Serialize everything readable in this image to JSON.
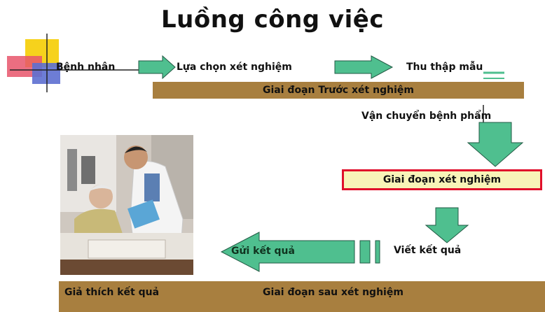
{
  "title": "Luồng công việc",
  "flow": {
    "step1": "Bệnh nhân",
    "step2": "Lựa chọn xét nghiệm",
    "step3": "Thu thập mẫu",
    "transport": "Vận chuyển bệnh phẩm",
    "write_result": "Viết kết quả",
    "send_result": "Gửi kết quả",
    "interpret": "Giả thích kết quả"
  },
  "stages": {
    "pre": "Giai  đoạn Trước xét nghiệm",
    "analytic": "Giai  đoạn xét nghiệm",
    "post": "Giai  đoạn sau xét nghiệm"
  },
  "colors": {
    "arrow_fill": "#4fbf8f",
    "stage_bar": "#a87f3f",
    "stage_box_fill": "#f8f4b8",
    "stage_box_border": "#e0102b"
  }
}
